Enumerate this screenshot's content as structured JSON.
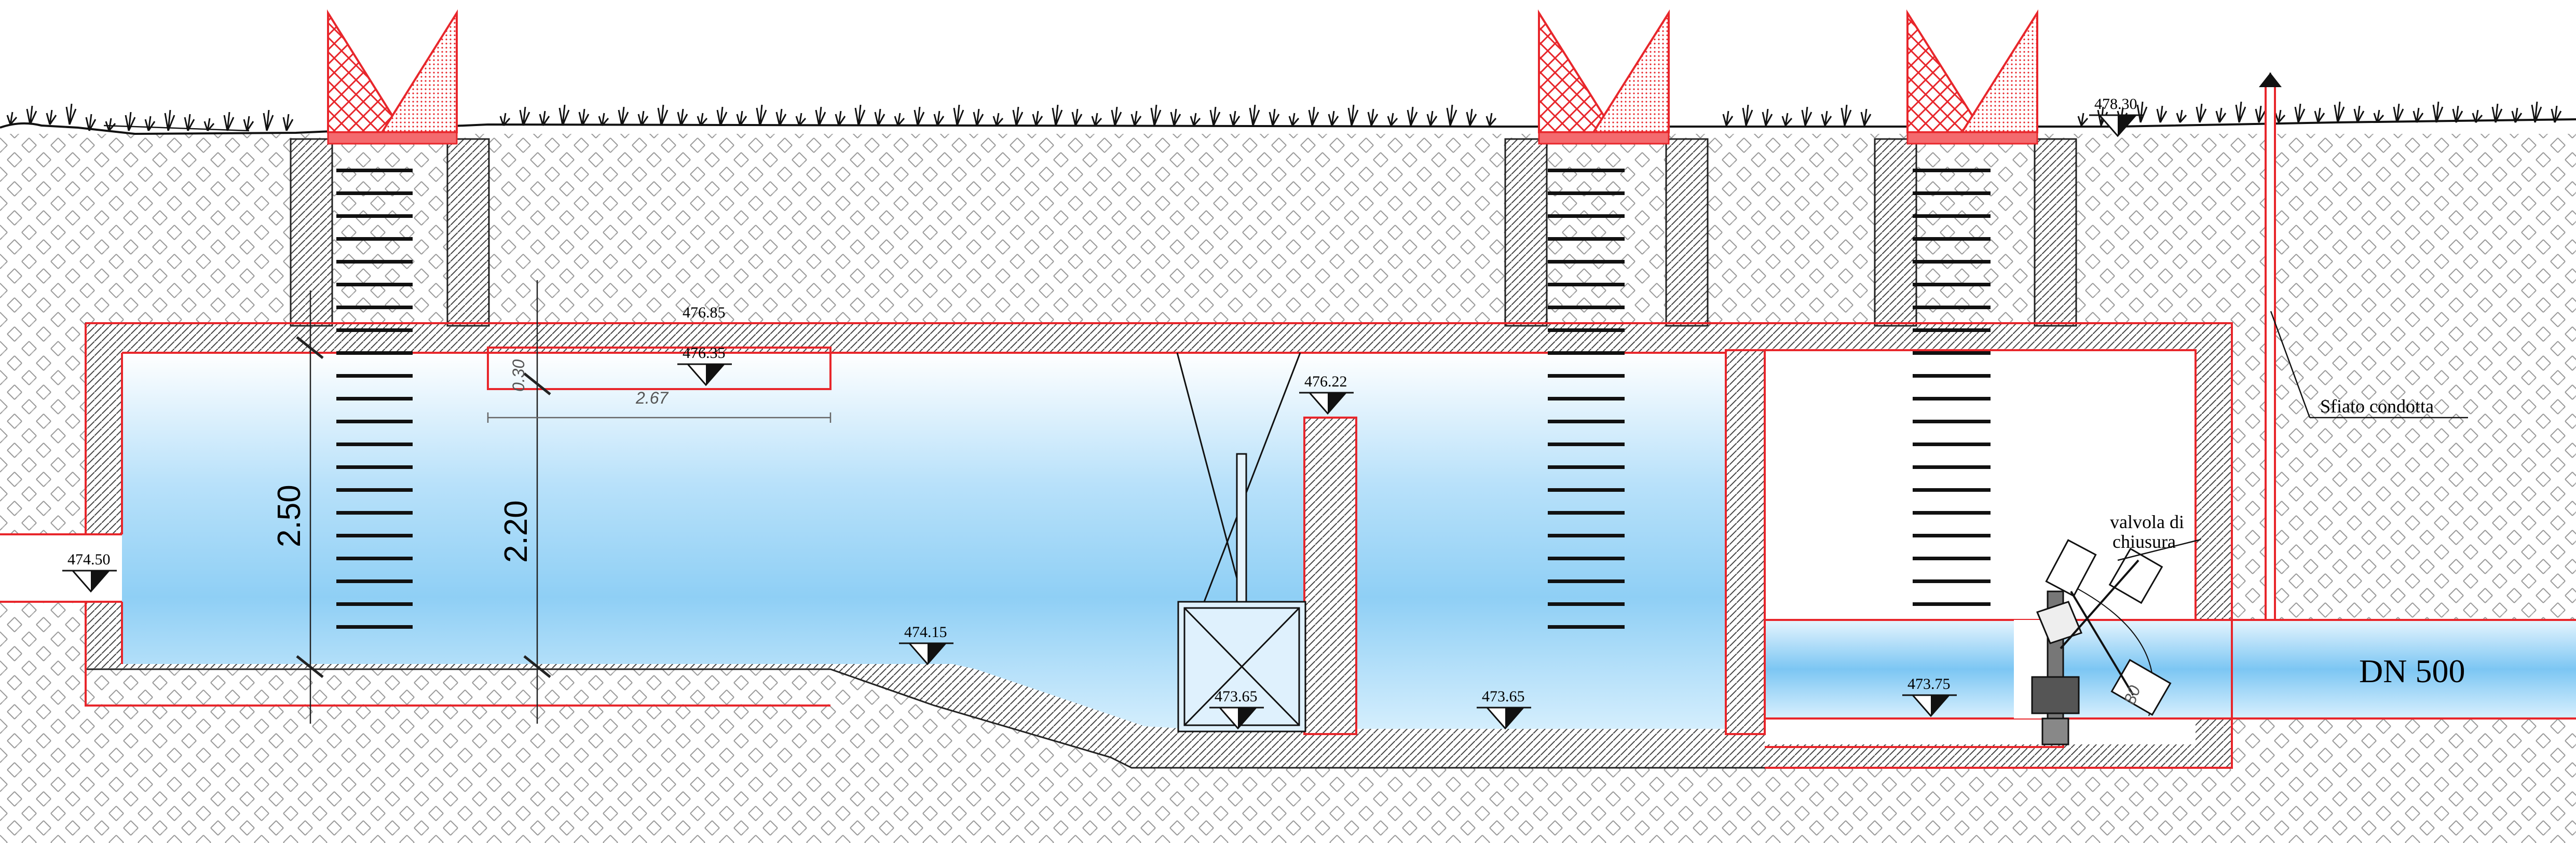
{
  "elevations": {
    "ground_right": "478.30",
    "top_slab_outer": "476.85",
    "inner_ceiling": "476.35",
    "weir_top": "476.22",
    "inlet_invert": "474.50",
    "slope_start": "474.15",
    "sump_bottom": "473.65",
    "floor_middle": "473.65",
    "pipe_chamber_floor": "473.75"
  },
  "dimensions": {
    "height_outer": "2.50",
    "height_inner": "2.20",
    "thickness_small": "0.30",
    "length_small": "2.67",
    "valve_small": "80"
  },
  "labels": {
    "vent": "Sfiato condotta",
    "valve_line1": "valvola di",
    "valve_line2": "chiusura",
    "pipe": "DN 500"
  },
  "colors": {
    "outline_red": "#e8262b",
    "water_light": "#eaf6fe",
    "water_mid": "#8fcff5",
    "soil_hatch": "#9a9a9a",
    "concrete_hatch": "#444444"
  },
  "icons": {
    "elevation_marker": "triangle-elevation-icon",
    "access_hatch": "red-lattice-hatch-icon",
    "ladder": "ladder-rungs-icon",
    "valve": "gate-valve-icon",
    "grass": "grass-tuft-icon"
  }
}
